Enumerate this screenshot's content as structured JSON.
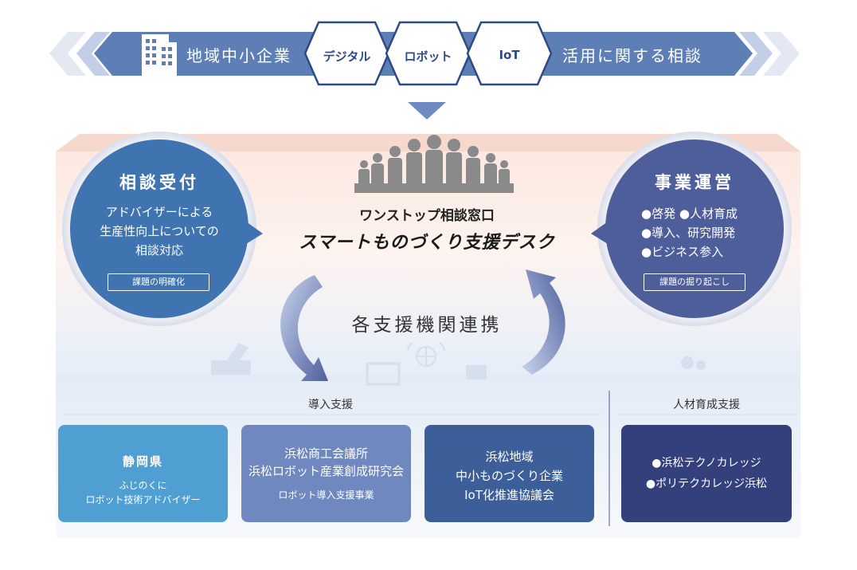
{
  "banner": {
    "left_text": "地域中小企業",
    "right_text": "活用に関する相談",
    "hexagons": [
      "デジタル",
      "ロボット",
      "IoT"
    ]
  },
  "center": {
    "subtitle": "ワンストップ相談窓口",
    "title": "スマートものづくり支援デスク"
  },
  "left_circle": {
    "title": "相談受付",
    "lines": [
      "アドバイザーによる",
      "生産性向上についての",
      "相談対応"
    ],
    "tag": "課題の明確化"
  },
  "right_circle": {
    "title": "事業運営",
    "lines": [
      "●啓発 ●人材育成",
      "●導入、研究開発",
      "●ビジネス参入"
    ],
    "tag": "課題の掘り起こし"
  },
  "cooperation": "各支援機関連携",
  "sections": {
    "introduction": "導入支援",
    "hr": "人材育成支援"
  },
  "boxes": [
    {
      "title": "静岡県",
      "lines": [
        "ふじのくに",
        "ロボット技術アドバイザー"
      ]
    },
    {
      "title_lines": [
        "浜松商工会議所",
        "浜松ロボット産業創成研究会"
      ],
      "sub": "ロボット導入支援事業"
    },
    {
      "title_lines": [
        "浜松地域",
        "中小ものづくり企業",
        "IoT化推進協議会"
      ]
    },
    {
      "bullets": [
        "●浜松テクノカレッジ",
        "●ポリテクカレッジ浜松"
      ]
    }
  ],
  "colors": {
    "banner": "#5d7fb6",
    "left_circle": "#3f74b0",
    "right_circle": "#4e5e9a",
    "box1": "#4f9fd3",
    "box2": "#6f88c0",
    "box3": "#3d5f99",
    "box4": "#33407c"
  }
}
